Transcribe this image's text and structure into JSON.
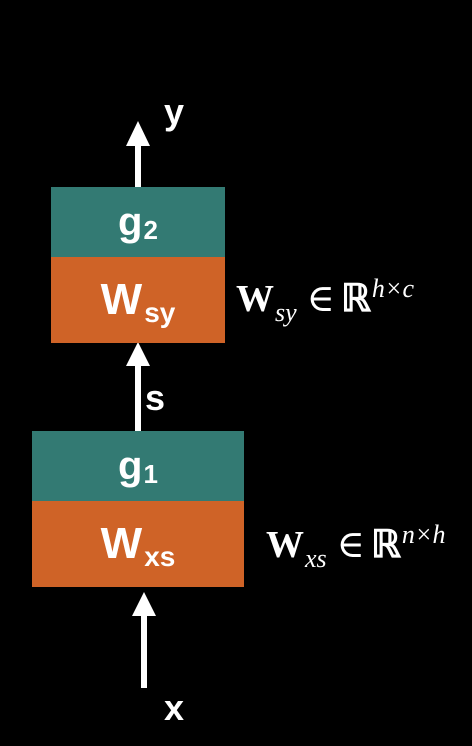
{
  "labels": {
    "output": "y",
    "input": "x",
    "hidden": "s"
  },
  "blocks": {
    "top_activation": {
      "base": "g",
      "sub": "2"
    },
    "top_weight": {
      "base": "W",
      "sub": "sy"
    },
    "bottom_activation": {
      "base": "g",
      "sub": "1"
    },
    "bottom_weight": {
      "base": "W",
      "sub": "xs"
    }
  },
  "equations": {
    "top": {
      "base": "W",
      "sub": "sy",
      "in": "∈",
      "set": "ℝ",
      "sup": "h×c"
    },
    "bottom": {
      "base": "W",
      "sub": "xs",
      "in": "∈",
      "set": "ℝ",
      "sup": "n×h"
    }
  },
  "colors": {
    "background": "#000000",
    "activation": "#337a73",
    "weight": "#cf6327",
    "foreground": "#ffffff"
  }
}
